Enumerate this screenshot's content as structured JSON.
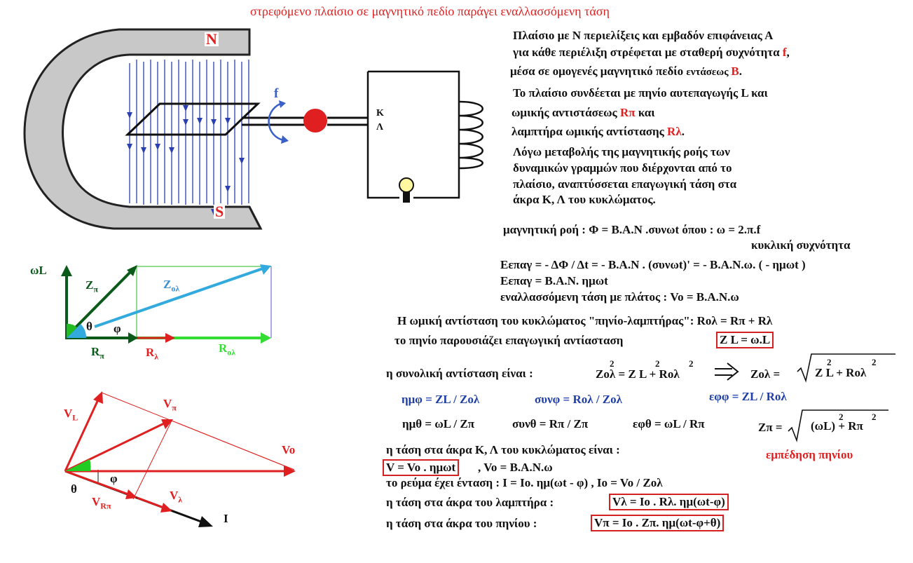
{
  "title": "στρεφόμενο πλαίσιο σε μαγνητικό πεδίο παράγει εναλλασσόμενη τάση",
  "magnet": {
    "north": "N",
    "south": "S",
    "freq_symbol": "f"
  },
  "circuit": {
    "terminal_k": "Κ",
    "terminal_l": "Λ"
  },
  "description": {
    "line1": "Πλαίσιο με Ν περιελίξεις  και  εμβαδόν επιφάνειας Α",
    "line2a": "για κάθε περιέλιξη  στρέφεται με σταθερή συχνότητα ",
    "line2b": "f",
    "line3a": "μέσα σε ομογενές μαγνητικό πεδίο ",
    "line3b": "εντάσεως ",
    "line3c": "B",
    "line4": "Το πλαίσιο συνδέεται με πηνίο  αυτεπαγωγής L και",
    "line5a": "ωμικής αντιστάσεως ",
    "line5b": "Rπ",
    "line5c": "  και",
    "line6a": "λαμπτήρα ωμικής αντίστασης ",
    "line6b": "Rλ",
    "line7": "Λόγω μεταβολής της μαγνητικής ροής των",
    "line8": "δυναμικών γραμμών που διέρχονται από το",
    "line9": "πλαίσιο, αναπτύσσεται επαγωγική τάση στα",
    "line10": "άκρα   Κ, Λ του κυκλώματος."
  },
  "formulas": {
    "flux": "μαγνητική ροή  :  Φ = B.A.N .συνωt   όπου :   ω = 2.π.f",
    "angular": "κυκλική συχνότητα",
    "emf1": "Εεπαγ = - ΔΦ / Δt  = - B.A.N . (συνωt)' = - B.A.N.ω. ( - ημωt )",
    "emf2": "Εεπαγ = B.A.N. ημωt",
    "emf3": "εναλλασσόμενη τάση με πλάτος :   Vo = B.A.N.ω",
    "ohmic": "Η ωμική αντίσταση του κυκλώματος  \"πηνίο-λαμπτήρας\": Roλ = Rπ + Rλ",
    "reactance_text": "το πηνίο παρουσιάζει επαγωγική  αντίασταση",
    "reactance_box": "Z L = ω.L",
    "total_text": "η συνολική αντίσταση είναι :",
    "total_eq": "Zoλ  =  Z L + Roλ",
    "total_res": "Zoλ  =",
    "total_sqrt": "Z L  +  Roλ",
    "sin_phi": "ημφ  =  ZL / Zoλ",
    "cos_phi": "συνφ =  Roλ  / Zoλ",
    "tan_phi": "εφφ = ZL / Roλ",
    "sin_theta": "ημθ = ωL / Zπ",
    "cos_theta": "συνθ = Rπ / Zπ",
    "tan_theta": "εφθ = ωL / Rπ",
    "zp_left": "Zπ  =",
    "zp_sqrt": "(ωL)  + Rπ",
    "impedance_label": "εμπέδηση πηνίου",
    "voltage_text": "η τάση στα άκρα Κ, Λ του κυκλώματος είναι :",
    "voltage_box": "V = Vo . ημωt",
    "voltage_amp": ",      Vo = B.A.N.ω",
    "current": "το ρεύμα έχει ένταση : I = Io. ημ(ωt - φ) ,  Io = Vo / Zoλ",
    "lamp_text": "η τάση στα άκρα του λαμπτήρα :",
    "lamp_box": "Vλ = Io . Rλ. ημ(ωt-φ)",
    "coil_text": "η τάση στα άκρα του πηνίου :",
    "coil_box": "Vπ = Io . Zπ. ημ(ωt-φ+θ)"
  },
  "impedance_diagram": {
    "wl": "ωL",
    "zp": "Z",
    "zp_sub": "π",
    "zol": "Z",
    "zol_sub": "ολ",
    "theta": "θ",
    "phi": "φ",
    "rp": "R",
    "rp_sub": "π",
    "rl": "R",
    "rl_sub": "λ",
    "rol": "R",
    "rol_sub": "ολ"
  },
  "voltage_diagram": {
    "vl": "V",
    "vl_sub": "L",
    "vp": "V",
    "vp_sub": "π",
    "vo": "Vo",
    "phi": "φ",
    "theta": "θ",
    "vrp": "V",
    "vrp_sub": "Rπ",
    "vlam": "V",
    "vlam_sub": "λ",
    "i": "I"
  },
  "colors": {
    "red": "#e02020",
    "green_dark": "#0b5a1a",
    "green": "#22dd22",
    "blue": "#1f3fa8",
    "cyan": "#33aadd",
    "field": "#2a3fb0"
  }
}
